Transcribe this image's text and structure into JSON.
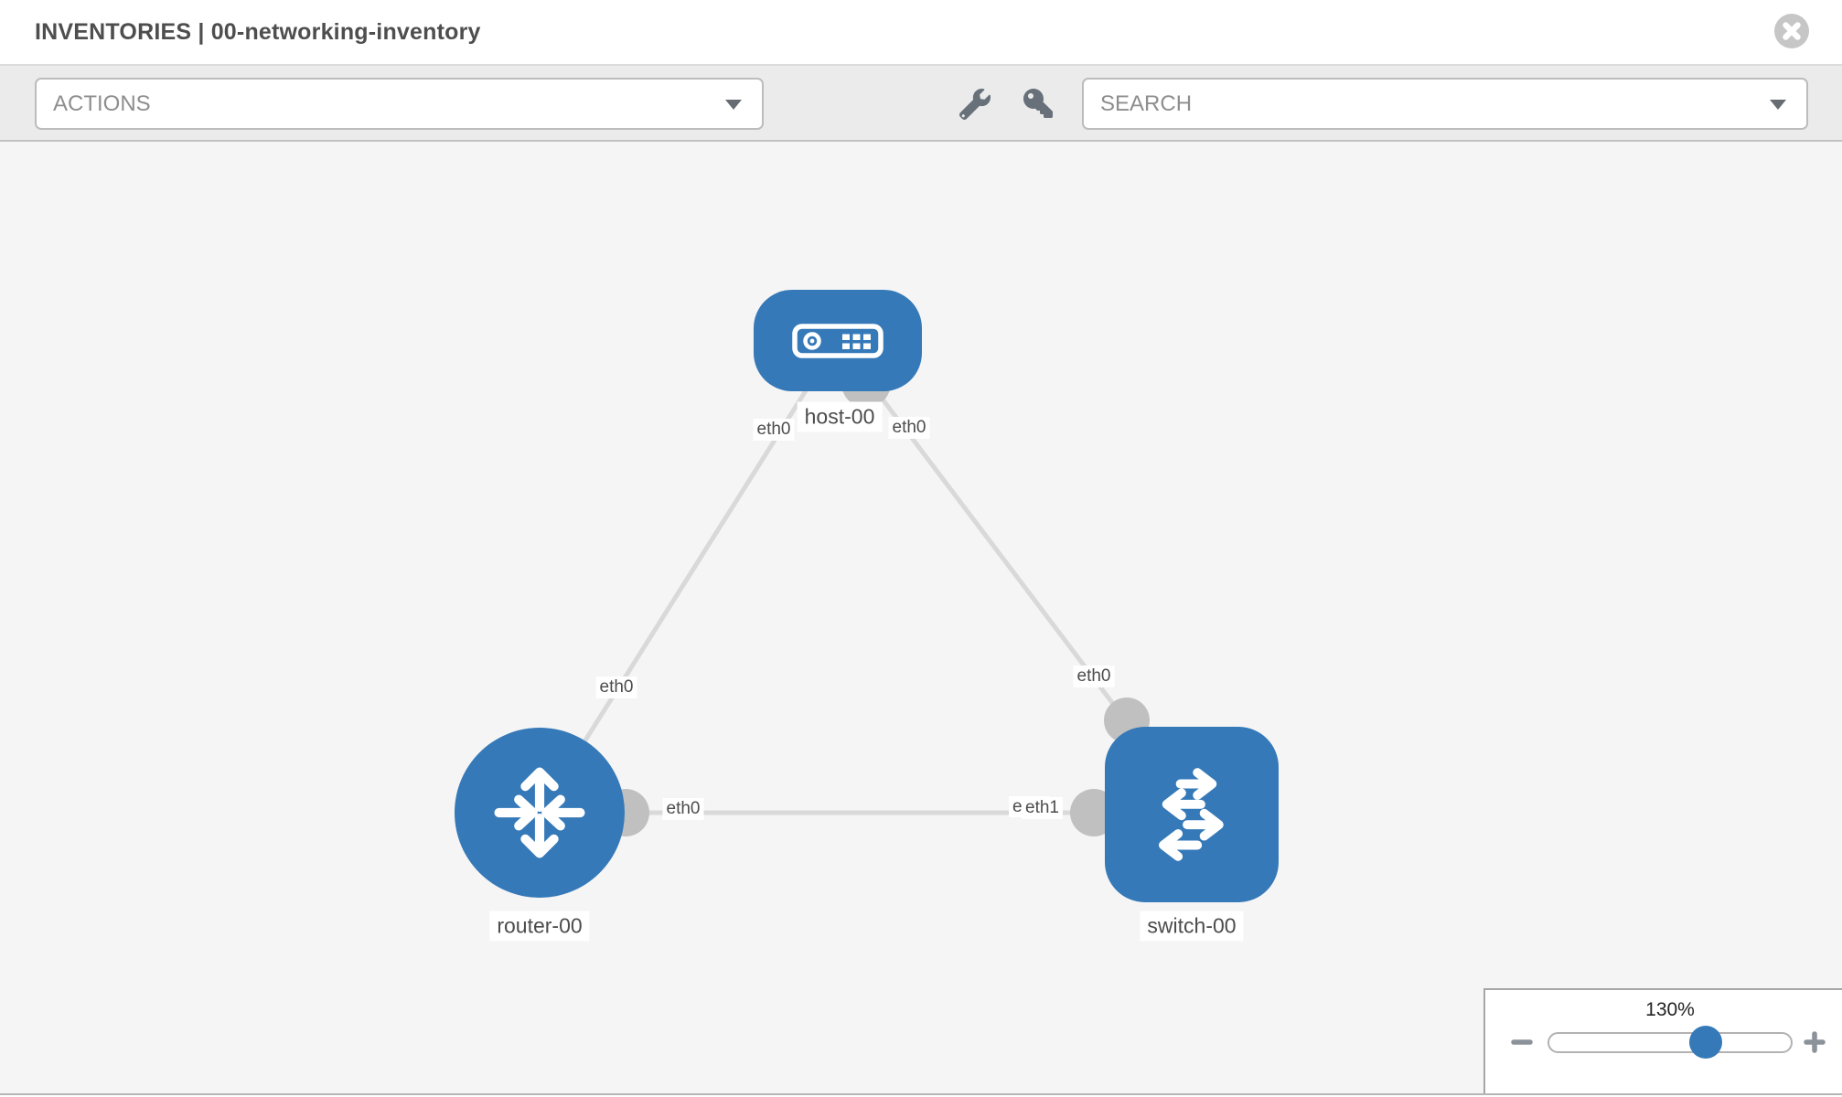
{
  "header": {
    "title": "INVENTORIES | 00-networking-inventory",
    "close_icon": "close"
  },
  "toolbar": {
    "actions": {
      "label": "ACTIONS",
      "icon": "caret-down"
    },
    "tools": [
      {
        "icon": "wrench"
      },
      {
        "icon": "key"
      }
    ],
    "search": {
      "placeholder": "SEARCH",
      "icon": "caret-down"
    }
  },
  "topology": {
    "nodes": [
      {
        "label": "host-00",
        "type": "host",
        "icon": "host-device"
      },
      {
        "label": "router-00",
        "type": "router",
        "icon": "router-arrows"
      },
      {
        "label": "switch-00",
        "type": "switch",
        "icon": "switch-arrows"
      }
    ],
    "links": [
      {
        "from": "router-00",
        "from_port": "eth0",
        "to": "host-00",
        "to_port": "eth0"
      },
      {
        "from": "host-00",
        "from_port": "eth0",
        "to": "switch-00",
        "to_port": "eth0"
      },
      {
        "from": "router-00",
        "from_port": "eth0",
        "to": "switch-00",
        "to_port": "eth1"
      }
    ],
    "overlapped_port_labels": {
      "back": "eth0",
      "front": "eth1"
    }
  },
  "zoom_control": {
    "level": "130%",
    "icons": [
      "minus",
      "plus"
    ]
  },
  "colors": {
    "node_blue": "#3579b8",
    "link_gray": "#d9d9d9",
    "connector_gray": "#c0c0c0",
    "canvas_bg": "#f5f5f5",
    "toolbar_bg": "#ebebeb"
  }
}
